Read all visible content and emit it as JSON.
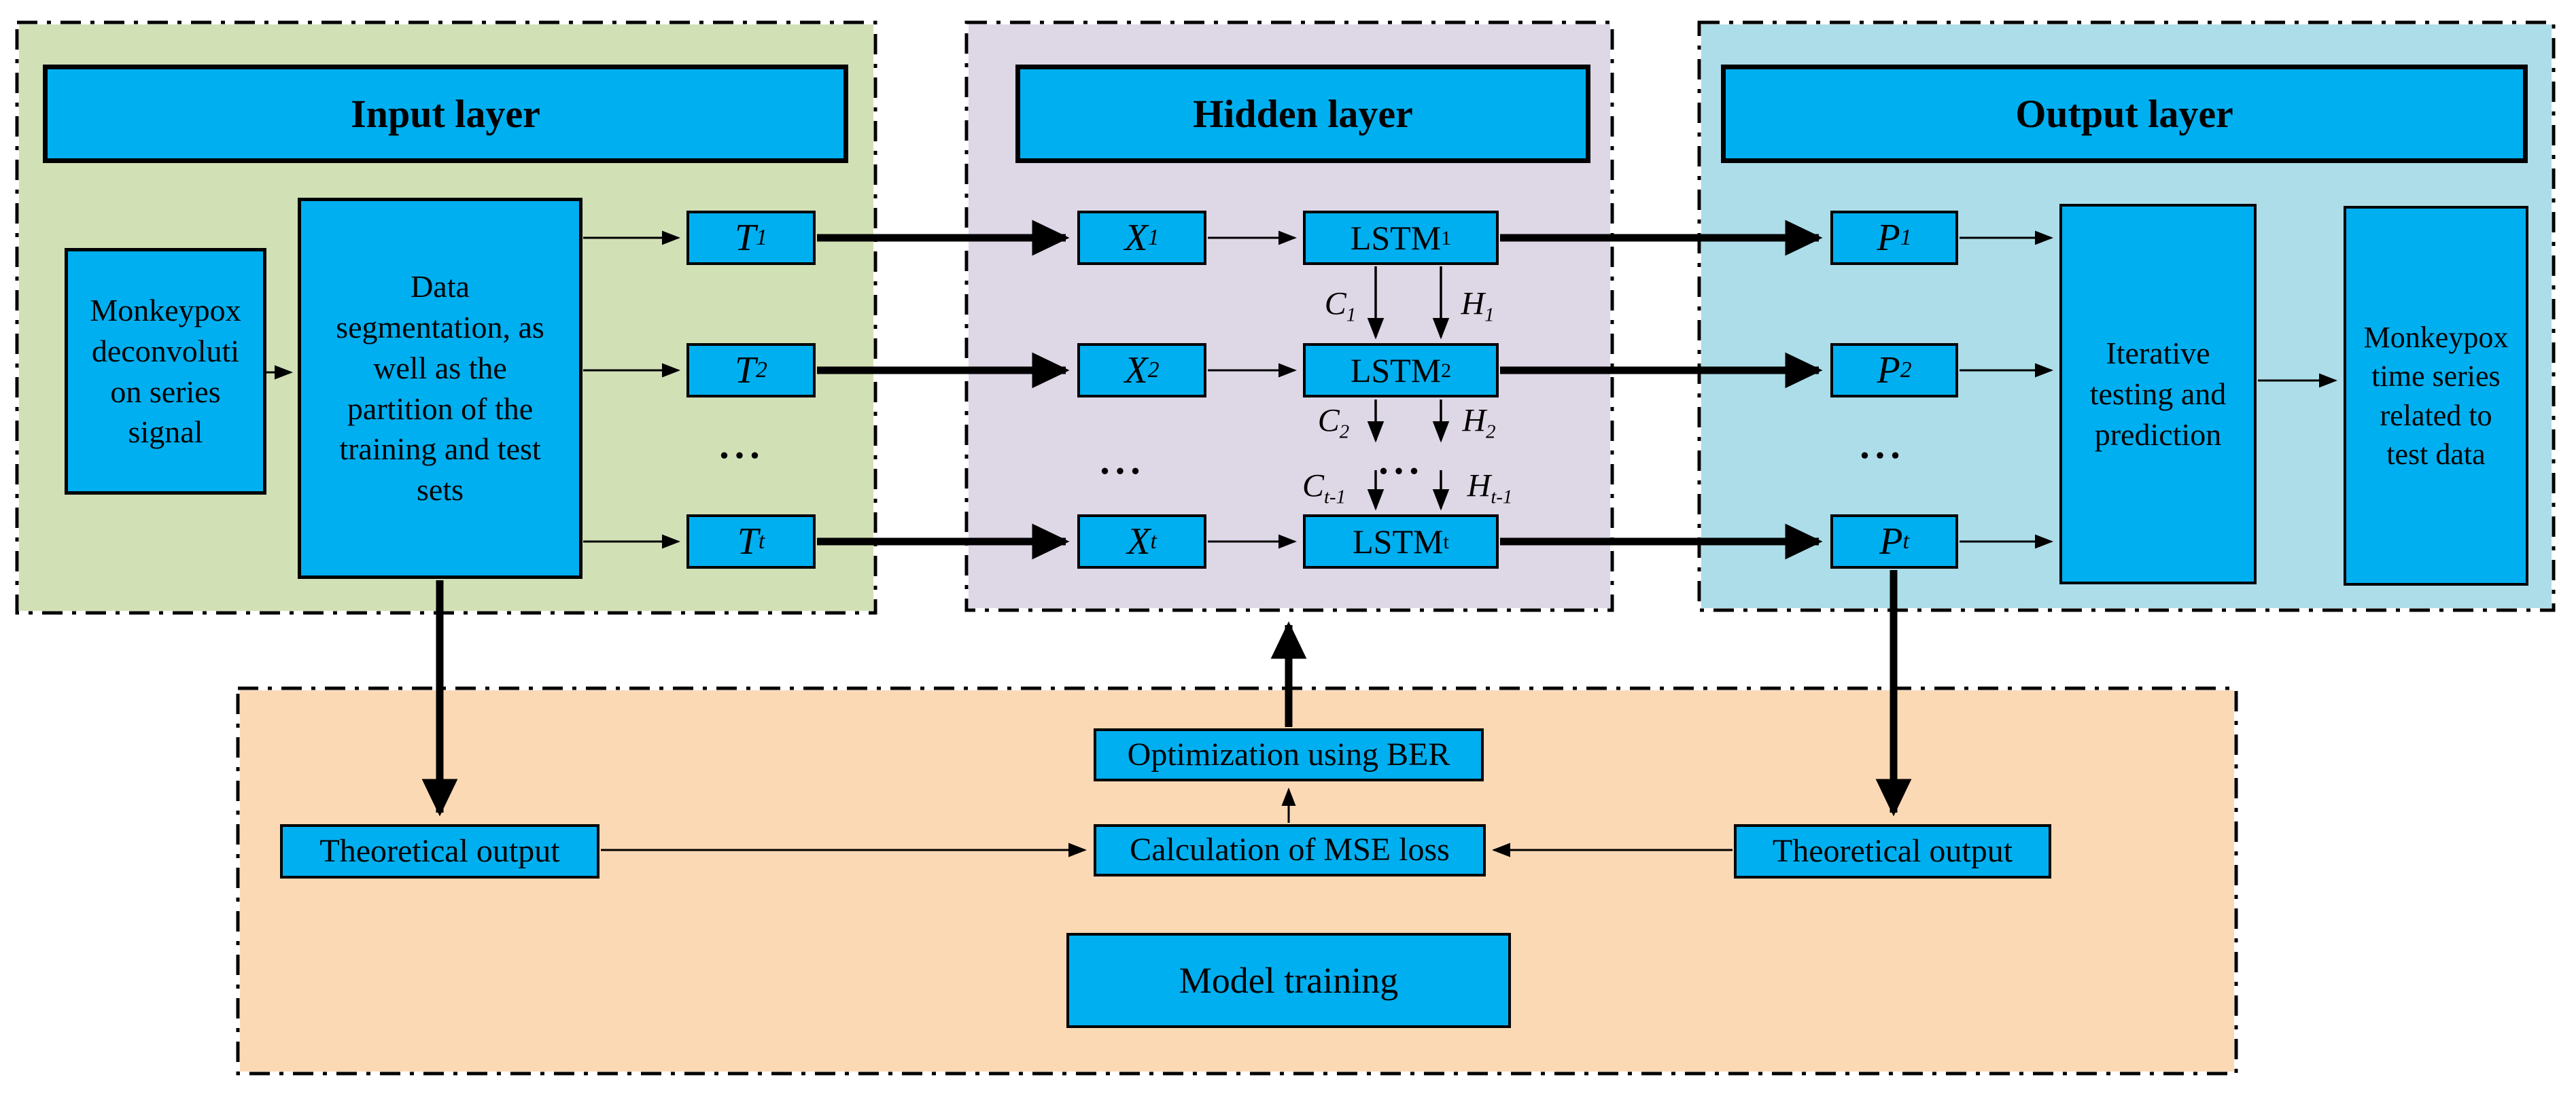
{
  "colors": {
    "input_bg": "#d2e0b6",
    "hidden_bg": "#ded7e6",
    "output_bg": "#addde9",
    "training_bg": "#fcd9b5",
    "box_fill": "#00aff0",
    "line": "#000000"
  },
  "input_layer": {
    "title": "Input layer",
    "source_box": "Monkeypox\ndeconvoluti\non series\nsignal",
    "segmentation_box": "Data\nsegmentation, as\nwell as the\npartition of the\ntraining and test\nsets",
    "t_boxes": [
      {
        "base": "T",
        "sub": "1"
      },
      {
        "base": "T",
        "sub": "2"
      },
      {
        "base": "T",
        "sub": "t"
      }
    ],
    "ellipsis": "..."
  },
  "hidden_layer": {
    "title": "Hidden layer",
    "x_boxes": [
      {
        "base": "X",
        "sub": "1"
      },
      {
        "base": "X",
        "sub": "2"
      },
      {
        "base": "X",
        "sub": "t"
      }
    ],
    "lstm_boxes": [
      {
        "base": "LSTM",
        "sub": "1"
      },
      {
        "base": "LSTM",
        "sub": "2"
      },
      {
        "base": "LSTM",
        "sub": "t"
      }
    ],
    "cell_state_labels": {
      "c1": {
        "base": "C",
        "sub": "1"
      },
      "h1": {
        "base": "H",
        "sub": "1"
      },
      "c2": {
        "base": "C",
        "sub": "2"
      },
      "h2": {
        "base": "H",
        "sub": "2"
      },
      "ct_prev": {
        "base": "C",
        "sub": "t-1"
      },
      "ht_prev": {
        "base": "H",
        "sub": "t-1"
      }
    },
    "ellipsis": "..."
  },
  "output_layer": {
    "title": "Output layer",
    "p_boxes": [
      {
        "base": "P",
        "sub": "1"
      },
      {
        "base": "P",
        "sub": "2"
      },
      {
        "base": "P",
        "sub": "t"
      }
    ],
    "iterative_box": "Iterative\ntesting and\nprediction",
    "result_box": "Monkeypox\ntime series\nrelated to\ntest data",
    "ellipsis": "..."
  },
  "training_section": {
    "left_output_box": "Theoretical output",
    "right_output_box": "Theoretical output",
    "optimization_box": "Optimization using BER",
    "loss_box": "Calculation of MSE loss",
    "title_box": "Model training"
  }
}
